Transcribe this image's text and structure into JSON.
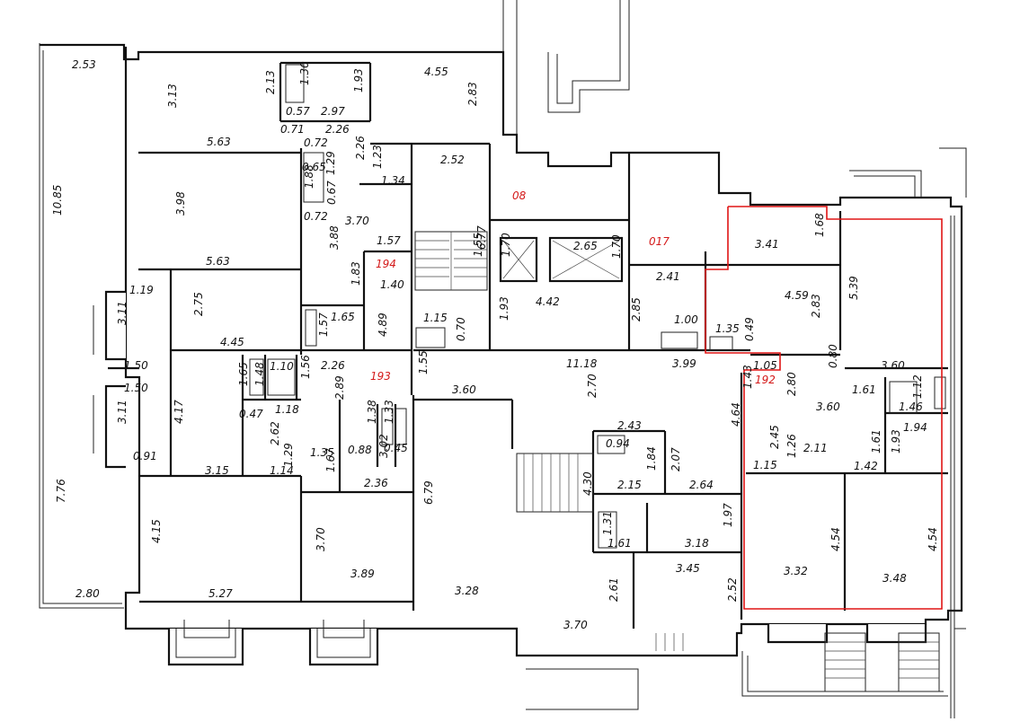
{
  "room_labels": [
    "08",
    "194",
    "193",
    "017",
    "192"
  ],
  "dimensions": [
    "2.53",
    "3.13",
    "2.13",
    "1.30",
    "1.93",
    "0.57",
    "2.97",
    "0.71",
    "2.26",
    "4.55",
    "2.83",
    "5.63",
    "0.72",
    "2.26",
    "1.23",
    "1.34",
    "2.52",
    "0.65",
    "1.88",
    "1.29",
    "0.67",
    "3.98",
    "0.72",
    "3.70",
    "3.88",
    "1.68",
    "1.57",
    "1.55",
    "1.70",
    "2.65",
    "1.70",
    "6.77",
    "3.41",
    "5.63",
    "1.83",
    "1.40",
    "4.42",
    "2.41",
    "4.59",
    "2.83",
    "5.39",
    "1.19",
    "2.75",
    "1.65",
    "1.57",
    "3.11",
    "1.15",
    "0.70",
    "1.93",
    "2.85",
    "1.00",
    "1.35",
    "0.49",
    "4.45",
    "4.89",
    "11.18",
    "3.99",
    "0.80",
    "3.60",
    "10.85",
    "1.50",
    "1.10",
    "2.26",
    "1.55",
    "1.05",
    "1.50",
    "1.65",
    "1.48",
    "1.56",
    "2.89",
    "3.60",
    "2.70",
    "1.43",
    "2.80",
    "1.61",
    "1.12",
    "3.11",
    "0.47",
    "1.18",
    "1.38",
    "1.33",
    "3.60",
    "1.46",
    "4.17",
    "2.62",
    "1.29",
    "2.43",
    "0.94",
    "4.64",
    "2.45",
    "1.94",
    "1.35",
    "0.88",
    "0.45",
    "1.84",
    "2.07",
    "1.26",
    "2.11",
    "1.61",
    "1.93",
    "0.91",
    "3.15",
    "1.14",
    "1.67",
    "3.02",
    "1.15",
    "1.42",
    "2.36",
    "2.15",
    "2.64",
    "7.76",
    "6.79",
    "4.30",
    "4.15",
    "1.31",
    "1.97",
    "3.70",
    "3.89",
    "1.61",
    "3.18",
    "4.54",
    "4.54",
    "3.32",
    "3.48",
    "3.45",
    "2.52",
    "2.61",
    "2.80",
    "5.27",
    "3.28",
    "3.70"
  ]
}
